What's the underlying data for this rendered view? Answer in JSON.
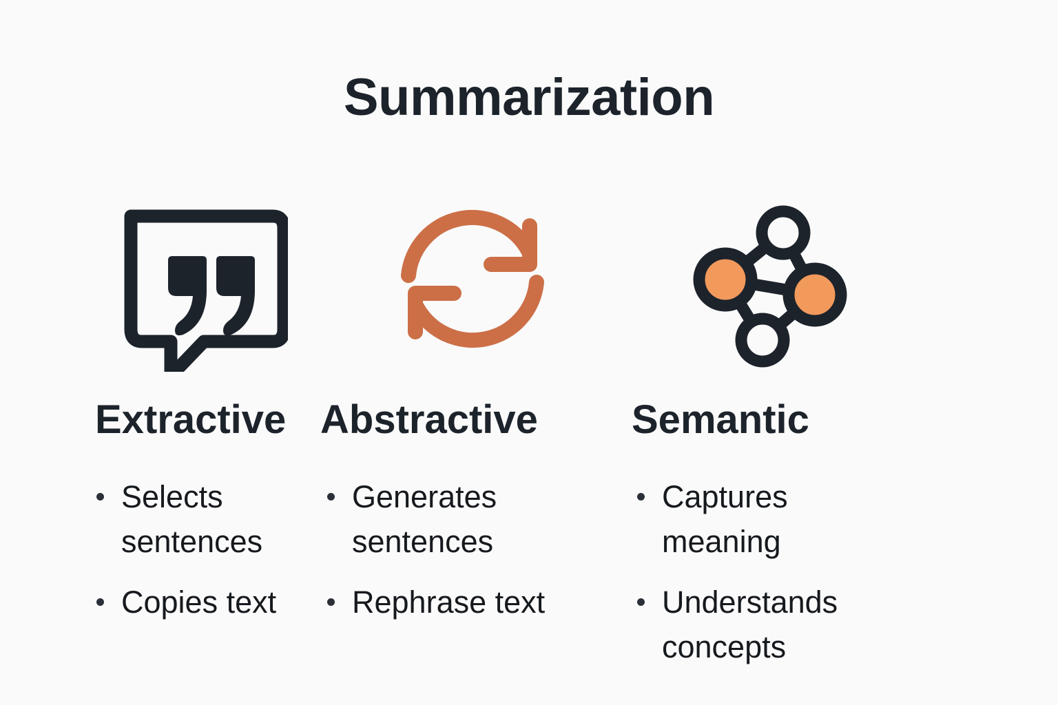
{
  "title": "Summarization",
  "colors": {
    "background": "#fafafa",
    "ink": "#1d232b",
    "body_text": "#16191d",
    "arrow_orange": "#cc6f47",
    "node_orange": "#f2995c"
  },
  "columns": [
    {
      "icon": "speech-bubble-quote-icon",
      "heading": "Extractive",
      "bullets": [
        "Selects sentences",
        "Copies text"
      ]
    },
    {
      "icon": "refresh-cycle-icon",
      "heading": "Abstractive",
      "bullets": [
        "Generates sentences",
        "Rephrase text"
      ]
    },
    {
      "icon": "network-graph-icon",
      "heading": "Semantic",
      "bullets": [
        "Captures meaning",
        "Understands concepts"
      ]
    }
  ]
}
